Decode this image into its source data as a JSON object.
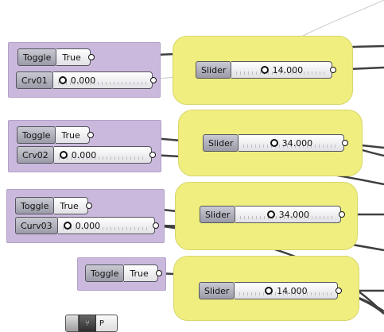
{
  "rows": [
    {
      "toggle_label": "Toggle",
      "toggle_value": "True",
      "curve_label": "Crv01",
      "curve_value": "0.000",
      "slider_label": "Slider",
      "slider_value": "14.000"
    },
    {
      "toggle_label": "Toggle",
      "toggle_value": "True",
      "curve_label": "Crv02",
      "curve_value": "0.000",
      "slider_label": "Slider",
      "slider_value": "34.000"
    },
    {
      "toggle_label": "Toggle",
      "toggle_value": "True",
      "curve_label": "Curv03",
      "curve_value": "0.000",
      "slider_label": "Slider",
      "slider_value": "34.000"
    },
    {
      "toggle_label": "Toggle",
      "toggle_value": "True",
      "slider_label": "Slider",
      "slider_value": "14.000"
    }
  ],
  "bottom_widget": {
    "label": "P",
    "icon": "branch-icon"
  },
  "colors": {
    "purple_group": "#cbb9dd",
    "yellow_group": "#efee7f",
    "wire": "#3f3f3f"
  }
}
